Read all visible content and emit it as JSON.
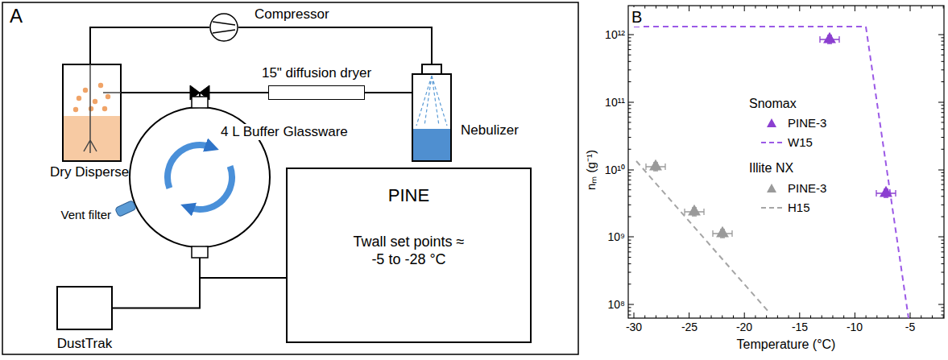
{
  "diagram": {
    "nodes": [
      {
        "text": [
          "Compressor"
        ]
      },
      {
        "text": [
          "Dry Disperser"
        ]
      },
      {
        "text": [
          "15\" diffusion dryer"
        ]
      },
      {
        "text": [
          "Nebulizer"
        ]
      },
      {
        "text": [
          "4 L Buffer Glassware"
        ]
      },
      {
        "text": [
          "Vent filter"
        ]
      },
      {
        "text": [
          "PINE",
          "Twall set points ≈ -5 to -28 °C"
        ]
      },
      {
        "text": [
          "DustTrak"
        ]
      }
    ],
    "edges": [
      {
        "from": 0,
        "to": 1,
        "arrow": "none"
      },
      {
        "from": 0,
        "to": 3,
        "arrow": "none"
      },
      {
        "from": 3,
        "to": 2,
        "arrow": "none"
      },
      {
        "from": 2,
        "to": 4,
        "arrow": "none"
      },
      {
        "from": 1,
        "to": 4,
        "arrow": "none"
      },
      {
        "from": 4,
        "to": 7,
        "arrow": "none"
      },
      {
        "from": 4,
        "to": 6,
        "arrow": "none"
      }
    ],
    "labels": [
      "A",
      "B",
      "Snomax",
      "Illite NX",
      "10¹²",
      "10¹¹",
      "10¹⁰",
      "10⁹",
      "10⁸",
      "-30",
      "-25",
      "-20",
      "-15",
      "-10",
      "-5",
      "Temperature (°C)",
      "nₘ (g⁻¹)"
    ],
    "legend": [
      {
        "text": "PINE-3"
      },
      {
        "text": "W15"
      },
      {
        "text": "PINE-3"
      },
      {
        "text": "H15"
      }
    ]
  }
}
